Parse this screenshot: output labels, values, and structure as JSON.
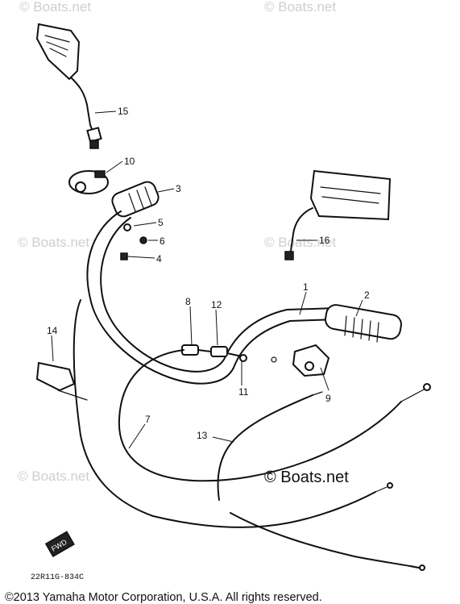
{
  "watermark": "© Boats.net",
  "brand_label": "© Boats.net",
  "part_code": "22R11G-834C",
  "copyright": "©2013 Yamaha Motor Corporation, U.S.A. All rights reserved.",
  "callouts": {
    "c1": "1",
    "c2": "2",
    "c3": "3",
    "c4": "4",
    "c5": "5",
    "c6": "6",
    "c7": "7",
    "c8": "8",
    "c9": "9",
    "c10": "10",
    "c11": "11",
    "c12": "12",
    "c13": "13",
    "c14": "14",
    "c15": "15",
    "c16": "16"
  },
  "fwd_label": "FWD"
}
